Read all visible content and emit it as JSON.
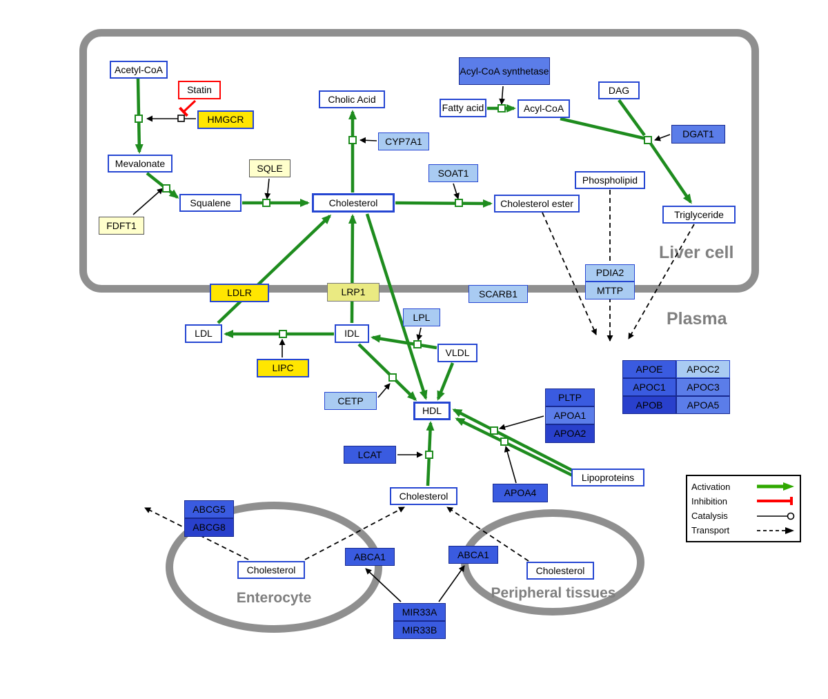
{
  "palette": {
    "activation_green": "#1E8C1E",
    "legend_green": "#2FA800",
    "inhibition_red": "#FF0000",
    "node_border_blue": "#2546D2",
    "yellow": "#FFE600",
    "pale_yellow": "#FFFFCC",
    "khaki": "#EAEA82",
    "light_blue": "#A9CBF2",
    "medium_blue": "#5B7DE9",
    "blue": "#3A5BE0",
    "dark_blue": "#2940CC",
    "container_gray": "#8F8F8F"
  },
  "containers": {
    "liver": {
      "label": "Liver cell"
    },
    "plasma": {
      "label": "Plasma"
    },
    "enterocyte": {
      "label": "Enterocyte"
    },
    "peripheral": {
      "label": "Peripheral tissues"
    }
  },
  "legend": {
    "activation": "Activation",
    "inhibition": "Inhibition",
    "catalysis": "Catalysis",
    "transport": "Transport"
  },
  "nodes": {
    "acetyl_coa": "Acetyl-CoA",
    "statin": "Statin",
    "hmgcr": "HMGCR",
    "mevalonate": "Mevalonate",
    "fdft1": "FDFT1",
    "squalene": "Squalene",
    "sqle": "SQLE",
    "cholesterol_liver": "Cholesterol",
    "cholic_acid": "Cholic Acid",
    "cyp7a1": "CYP7A1",
    "soat1": "SOAT1",
    "cholesterol_ester": "Cholesterol ester",
    "acyl_coa_synthetase": "Acyl-CoA synthetase",
    "fatty_acid": "Fatty acid",
    "acyl_coa": "Acyl-CoA",
    "dag": "DAG",
    "dgat1": "DGAT1",
    "phospholipid": "Phospholipid",
    "triglyceride": "Triglyceride",
    "pdia2": "PDIA2",
    "mttp": "MTTP",
    "ldlr": "LDLR",
    "lrp1": "LRP1",
    "scarb1": "SCARB1",
    "ldl": "LDL",
    "idl": "IDL",
    "lpl": "LPL",
    "vldl": "VLDL",
    "lipc": "LIPC",
    "cetp": "CETP",
    "hdl": "HDL",
    "pltp": "PLTP",
    "apoa1": "APOA1",
    "apoa2": "APOA2",
    "lcat": "LCAT",
    "apoa4": "APOA4",
    "lipoproteins": "Lipoproteins",
    "apoe": "APOE",
    "apoc2": "APOC2",
    "apoc1": "APOC1",
    "apoc3": "APOC3",
    "apob": "APOB",
    "apoa5": "APOA5",
    "cholesterol_plasma": "Cholesterol",
    "abcg5": "ABCG5",
    "abcg8": "ABCG8",
    "cholesterol_enterocyte": "Cholesterol",
    "abca1_enterocyte": "ABCA1",
    "abca1_peripheral": "ABCA1",
    "cholesterol_peripheral": "Cholesterol",
    "mir33a": "MIR33A",
    "mir33b": "MIR33B"
  }
}
